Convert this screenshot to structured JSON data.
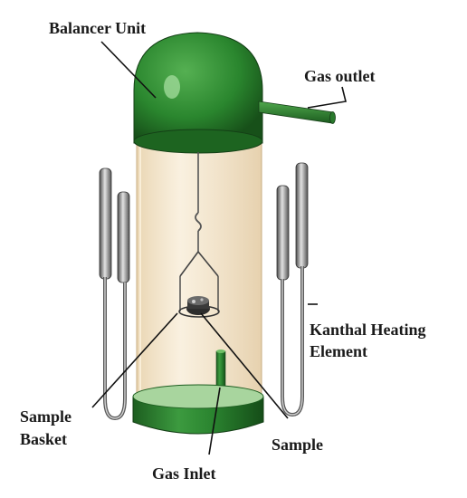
{
  "labels": {
    "balancer_unit": "Balancer Unit",
    "gas_outlet": "Gas outlet",
    "kanthal_line1": "Kanthal Heating",
    "kanthal_line2": "Element",
    "sample_basket_line1": "Sample",
    "sample_basket_line2": "Basket",
    "sample": "Sample",
    "gas_inlet": "Gas Inlet"
  },
  "colors": {
    "green_dark": "#1f6e22",
    "green_mid": "#2f8f34",
    "green_light": "#6fbf66",
    "tube_fill": "#f2dfbf",
    "rod_dark": "#555555",
    "rod_light": "#d8d8d8"
  }
}
